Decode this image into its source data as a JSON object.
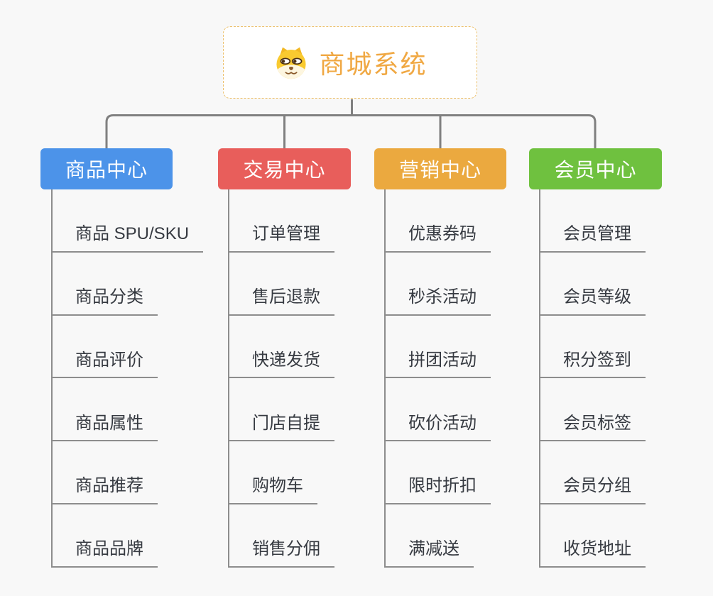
{
  "root": {
    "title": "商城系统",
    "icon": "dog-face-icon",
    "title_color": "#f0a843"
  },
  "connector_color": "#808080",
  "branches": [
    {
      "label": "商品中心",
      "color": "#4c93e9",
      "children": [
        "商品 SPU/SKU",
        "商品分类",
        "商品评价",
        "商品属性",
        "商品推荐",
        "商品品牌"
      ]
    },
    {
      "label": "交易中心",
      "color": "#e85e5b",
      "children": [
        "订单管理",
        "售后退款",
        "快递发货",
        "门店自提",
        "购物车",
        "销售分佣"
      ]
    },
    {
      "label": "营销中心",
      "color": "#eba93f",
      "children": [
        "优惠券码",
        "秒杀活动",
        "拼团活动",
        "砍价活动",
        "限时折扣",
        "满减送"
      ]
    },
    {
      "label": "会员中心",
      "color": "#6fc13f",
      "children": [
        "会员管理",
        "会员等级",
        "积分签到",
        "会员标签",
        "会员分组",
        "收货地址"
      ]
    }
  ]
}
